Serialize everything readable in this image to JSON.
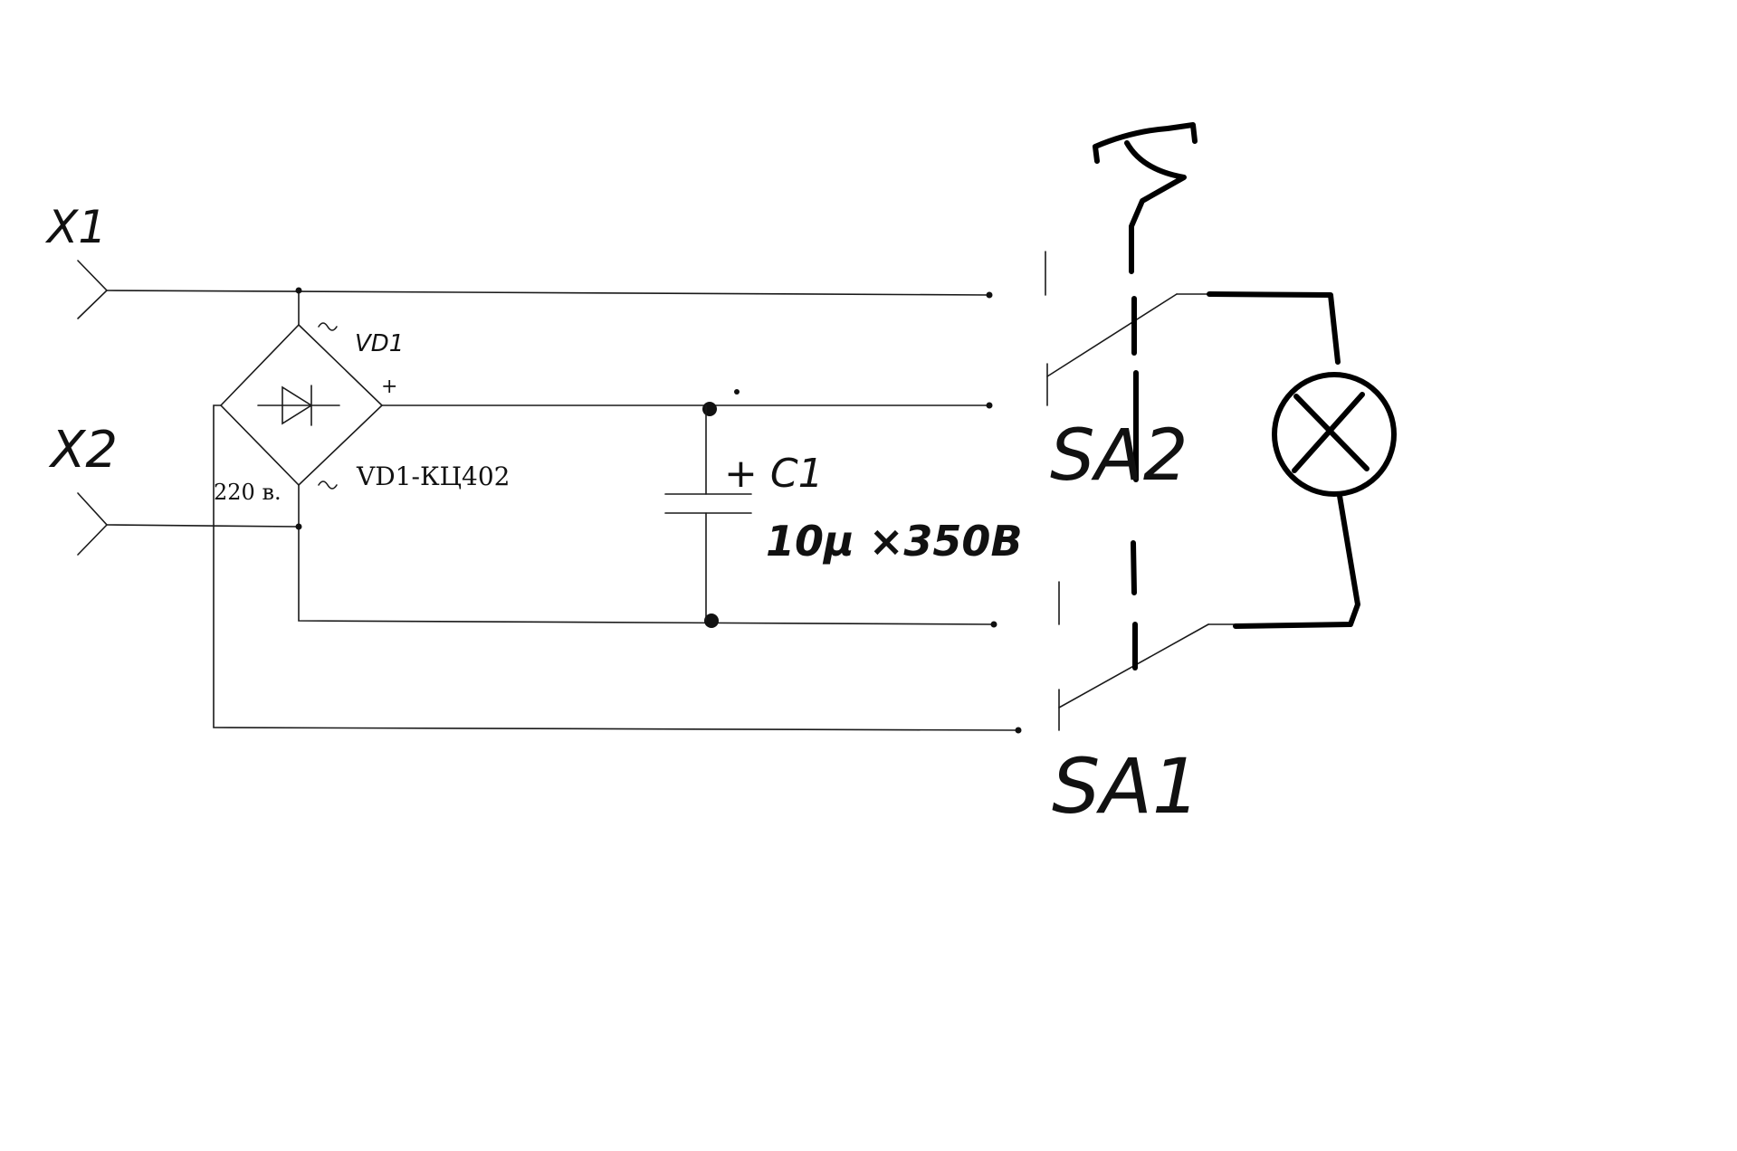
{
  "labels": {
    "x1": "X1",
    "x2": "X2",
    "vd1": "VD1",
    "plus": "+",
    "vd1_part": "VD1-КЦ402",
    "voltage": "220 в.",
    "c1": "+ C1",
    "c1_value": "10µ ×350В",
    "sa2": "SA2",
    "sa1": "SA1"
  },
  "colors": {
    "line": "#1a1a1a",
    "text": "#111111",
    "sa1_text": "#1c2440"
  }
}
